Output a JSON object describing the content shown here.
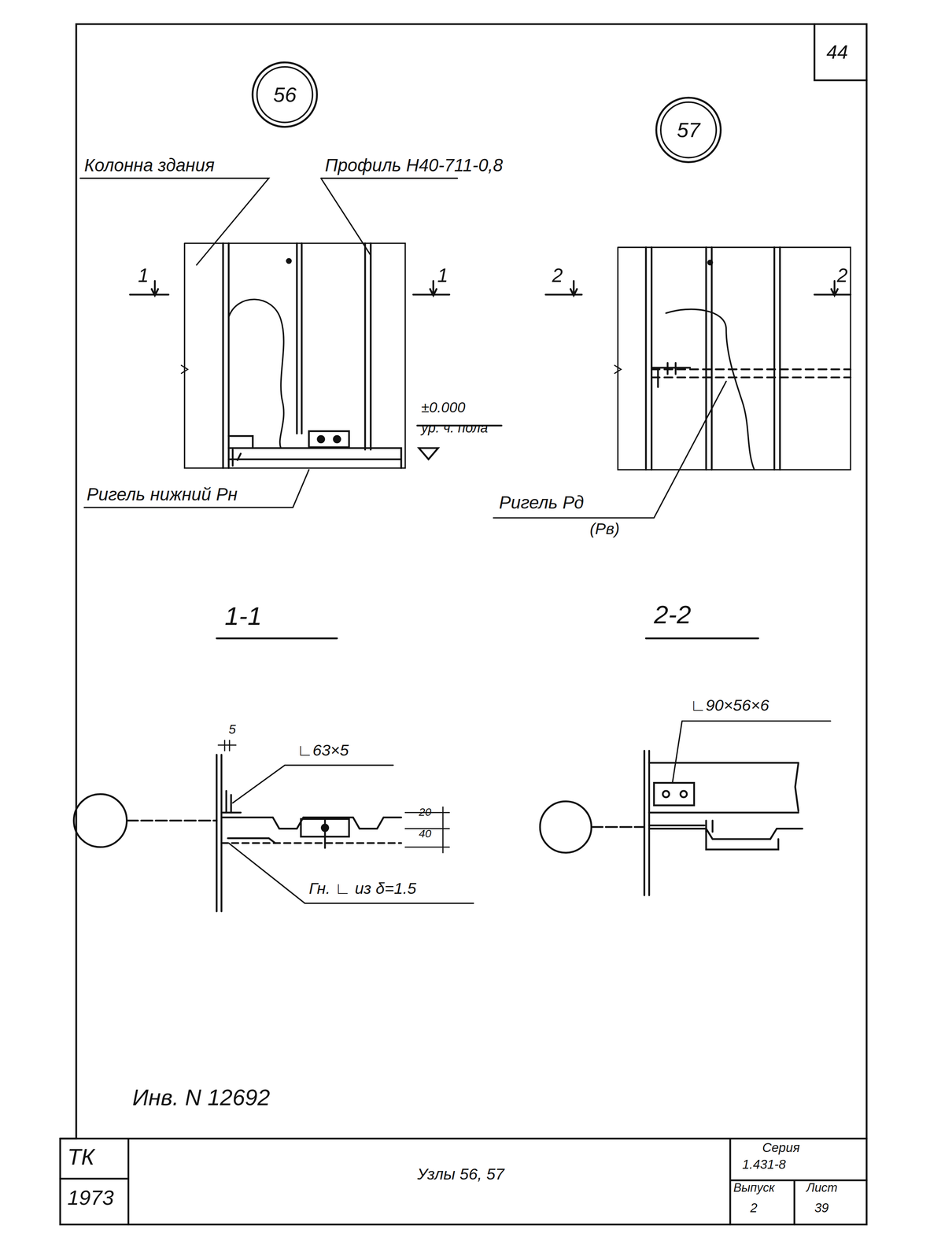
{
  "diagram": {
    "nodes": [
      {
        "text": [
          "56"
        ]
      },
      {
        "text": [
          "57"
        ]
      }
    ],
    "labels": [
      "44",
      "Колонна здания",
      "Профиль Н40-711-0,8",
      "1",
      "1",
      "2",
      "2",
      "±0.000",
      "ур. ч. пола",
      "Ригель нижний Рн",
      "Ригель Рд",
      "(Рв)",
      "1-1",
      "2-2",
      "5",
      "∟63×5",
      "20",
      "40",
      "Гн. ∟ из δ=1.5",
      "∟90×56×6",
      "Инв. N 12692",
      "ТК",
      "1973",
      "Узлы 56, 57",
      "Серия",
      "1.431-8",
      "Выпуск",
      "Лист",
      "2",
      "39"
    ]
  }
}
